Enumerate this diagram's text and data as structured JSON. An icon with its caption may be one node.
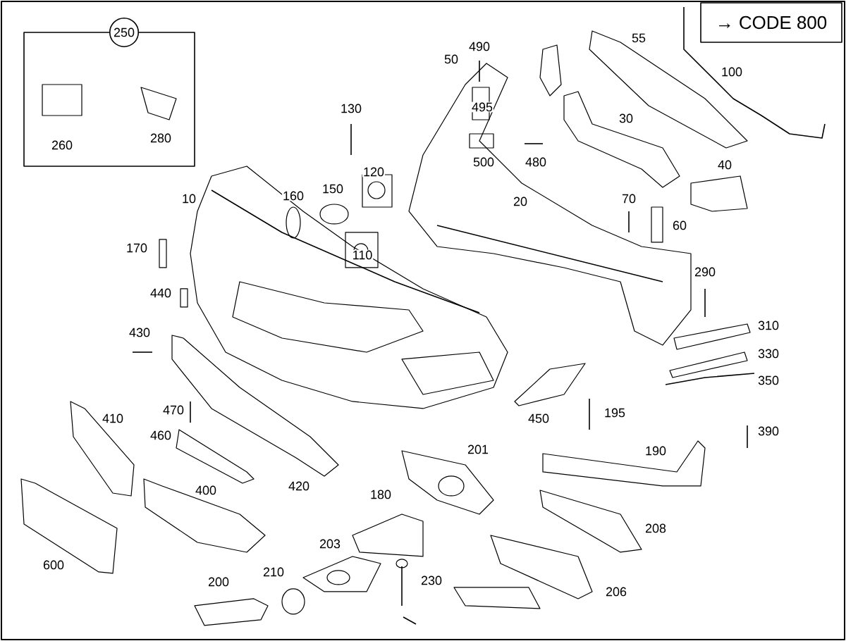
{
  "diagram": {
    "nodes": [
      {
        "text": [
          "250",
          "260",
          "280"
        ]
      },
      {
        "text": [
          "→ CODE 800"
        ]
      }
    ],
    "labels": [
      "490",
      "55",
      "50",
      "100",
      "130",
      "495",
      "30",
      "120",
      "500",
      "480",
      "40",
      "150",
      "160",
      "10",
      "20",
      "70",
      "60",
      "170",
      "110",
      "290",
      "440",
      "310",
      "430",
      "330",
      "350",
      "470",
      "195",
      "450",
      "410",
      "390",
      "460",
      "201",
      "190",
      "420",
      "400",
      "180",
      "208",
      "203",
      "600",
      "210",
      "230",
      "200",
      "206"
    ]
  }
}
